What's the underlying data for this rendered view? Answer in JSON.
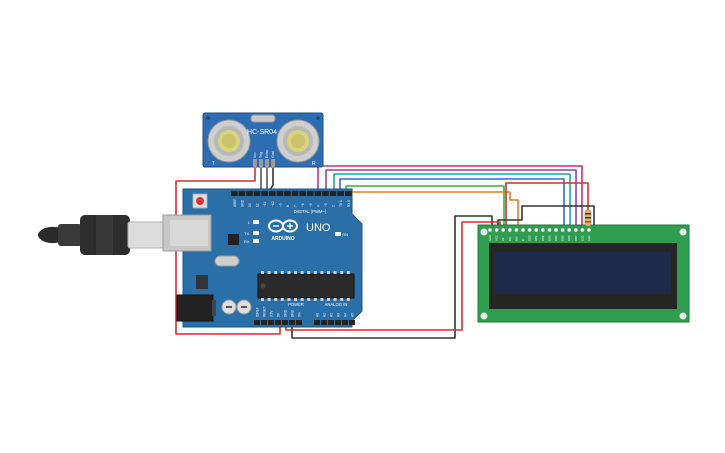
{
  "sensor": {
    "model": "HC-SR04",
    "pin_labels": [
      "Vcc",
      "Trig",
      "Echo",
      "Gnd"
    ],
    "side_left": "T",
    "side_right": "R"
  },
  "arduino": {
    "brand": "ARDUINO",
    "model": "UNO",
    "digital_label": "DIGITAL (PWM~)",
    "power_label": "POWER",
    "analog_label": "ANALOG IN",
    "on_label": "ON",
    "tx_label": "TX",
    "rx_label": "RX",
    "l_label": "L",
    "digital_pins": [
      "AREF",
      "GND",
      "13",
      "12",
      "~11",
      "~10",
      "~9",
      "8",
      "7",
      "~6",
      "~5",
      "4",
      "~3",
      "2",
      "TX 1",
      "RX 0"
    ],
    "power_pins": [
      "IOREF",
      "RESET",
      "3.3V",
      "5V",
      "GND",
      "GND",
      "Vin"
    ],
    "analog_pins": [
      "A0",
      "A1",
      "A2",
      "A3",
      "A4",
      "A5"
    ]
  },
  "lcd": {
    "pin_labels": [
      "GND",
      "VCC",
      "V0",
      "RS",
      "RW",
      "E",
      "DB0",
      "DB1",
      "DB2",
      "DB3",
      "DB4",
      "DB5",
      "DB6",
      "DB7",
      "LED",
      "LED"
    ]
  },
  "colors": {
    "wire_red": "#d32f2f",
    "wire_black": "#333333",
    "wire_magenta": "#c2338a",
    "wire_purple": "#8e44ad",
    "wire_teal": "#1ba3b0",
    "wire_blue": "#2f6fd1",
    "wire_green": "#3fae3a",
    "wire_orange": "#e67e22",
    "board_blue": "#2a6fa8",
    "lcd_green": "#2f9e4f",
    "lcd_screen": "#1d2c4a"
  }
}
